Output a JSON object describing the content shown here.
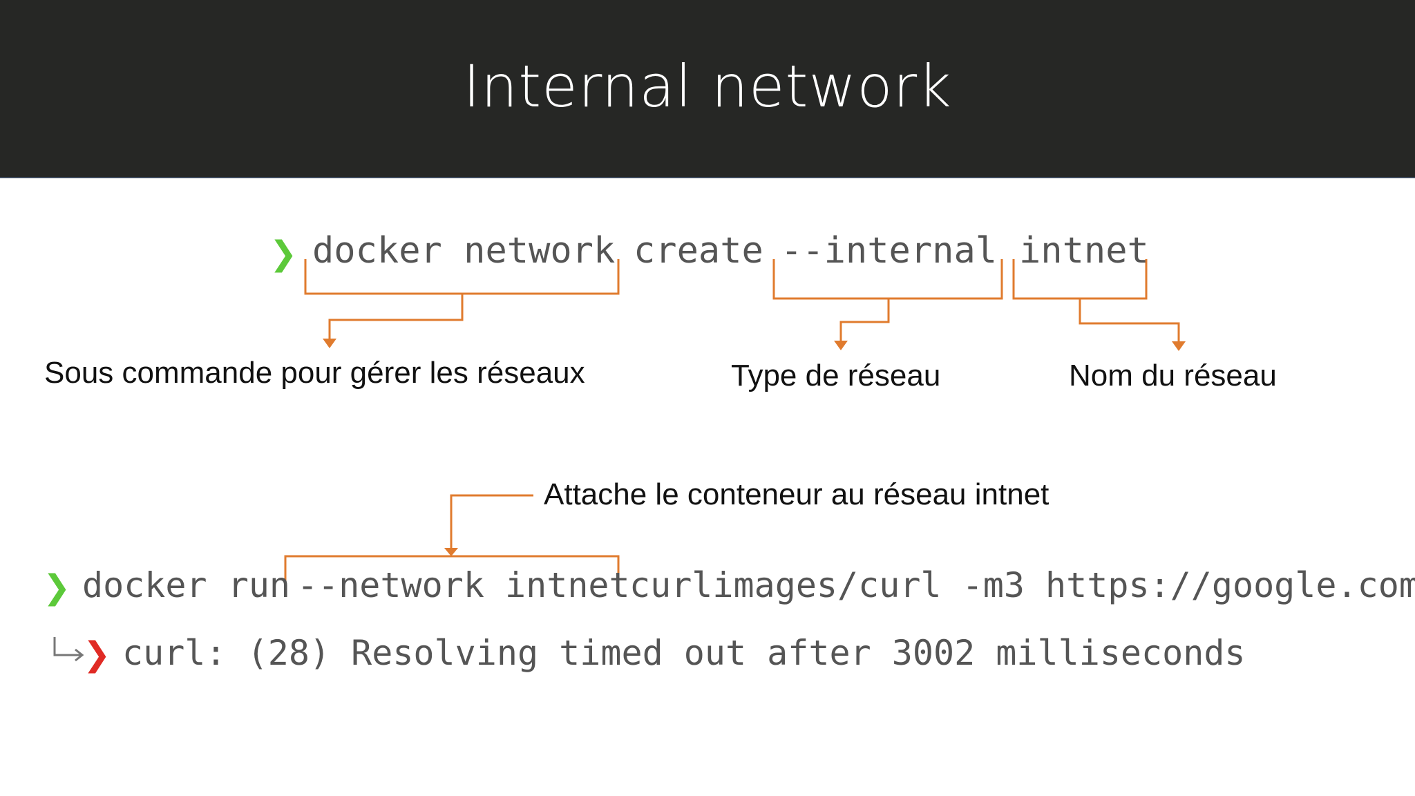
{
  "title": "Internal network",
  "colors": {
    "header_bg": "#262725",
    "bracket": "#e07b2e",
    "prompt_ok": "#5cc93a",
    "prompt_err": "#e02b25",
    "code_text": "#555555"
  },
  "command1": {
    "prompt_icon": "chevron-right-icon",
    "part1": "docker network",
    "part2": "create",
    "part3": "--internal",
    "part4": "intnet",
    "annotation_subcommand": "Sous commande pour gérer les réseaux",
    "annotation_type": "Type de réseau",
    "annotation_name": "Nom du réseau"
  },
  "command2": {
    "prompt_icon": "chevron-right-icon",
    "part1": "docker run",
    "part2": "--network intnet",
    "part3": "curlimages/curl -m3 https://google.com",
    "annotation_network": "Attache le conteneur au réseau intnet"
  },
  "output": {
    "return_icon": "return-arrow-icon",
    "prompt_icon": "chevron-right-icon",
    "text": "curl: (28) Resolving timed out after 3002 milliseconds"
  }
}
